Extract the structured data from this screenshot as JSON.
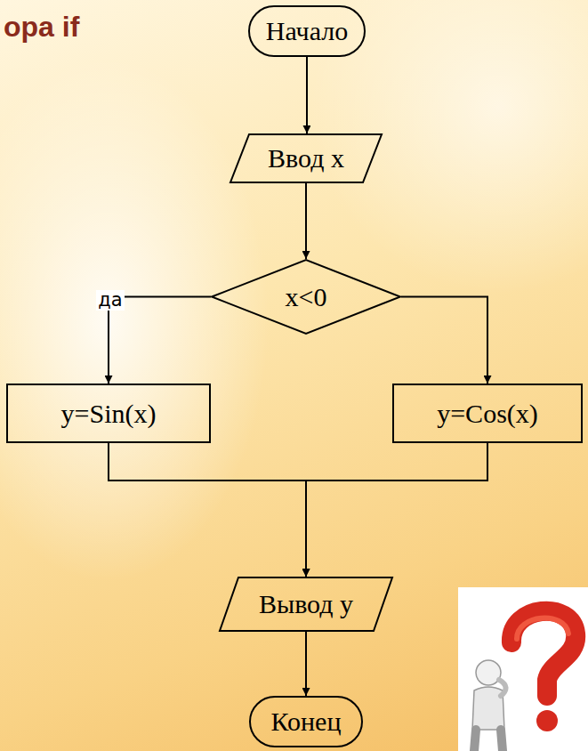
{
  "diagram": {
    "title": "ора if",
    "nodes": [
      {
        "text": [
          "Начало"
        ]
      },
      {
        "text": [
          "Ввод x"
        ]
      },
      {
        "text": [
          "x<0"
        ]
      },
      {
        "text": [
          "y=Sin(x)"
        ]
      },
      {
        "text": [
          "y=Cos(x)"
        ]
      },
      {
        "text": [
          "Вывод y"
        ]
      },
      {
        "text": [
          "Конец"
        ]
      }
    ],
    "edges": [
      {
        "from": 0,
        "to": 1,
        "arrow": "to"
      },
      {
        "from": 1,
        "to": 2,
        "arrow": "to"
      },
      {
        "from": 2,
        "to": 3,
        "label": "да",
        "arrow": "to"
      },
      {
        "from": 2,
        "to": 4,
        "arrow": "to"
      },
      {
        "from": 3,
        "to": 5,
        "arrow": "to"
      },
      {
        "from": 4,
        "to": 5,
        "arrow": "to"
      },
      {
        "from": 5,
        "to": 6,
        "arrow": "to"
      }
    ]
  }
}
